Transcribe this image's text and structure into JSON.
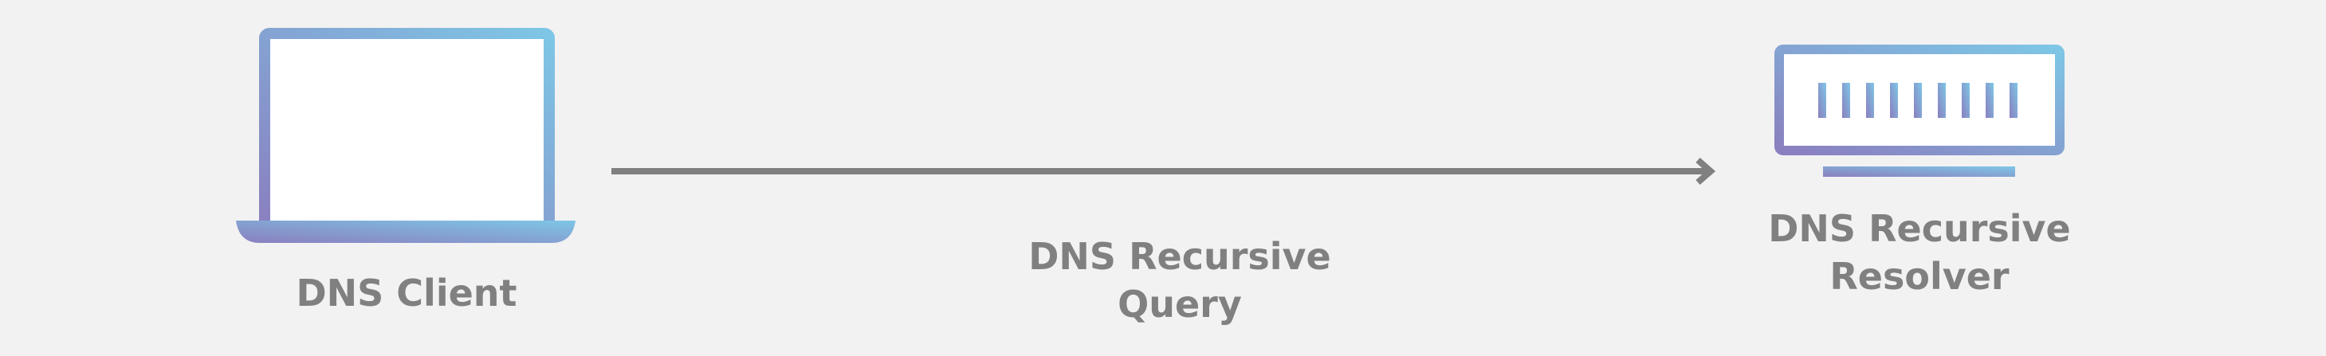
{
  "colors": {
    "background": "#f2f2f2",
    "text": "#808080",
    "arrow": "#808080",
    "gradient_start": "#8a7fbf",
    "gradient_end": "#7ec6e6",
    "screen_fill": "#ffffff"
  },
  "nodes": {
    "client": {
      "icon": "laptop-icon",
      "label": "DNS Client"
    },
    "resolver": {
      "icon": "server-icon",
      "label_lines": [
        "DNS Recursive",
        "Resolver"
      ]
    }
  },
  "edge": {
    "from": "client",
    "to": "resolver",
    "label_lines": [
      "DNS Recursive",
      "Query"
    ]
  }
}
